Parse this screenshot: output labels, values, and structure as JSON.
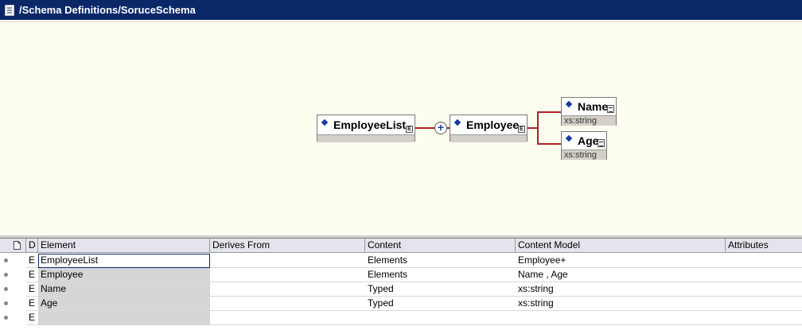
{
  "window": {
    "title": "/Schema Definitions/SoruceSchema"
  },
  "diagram": {
    "root": {
      "label": "EmployeeList"
    },
    "child": {
      "label": "Employee"
    },
    "leaves": [
      {
        "label": "Name",
        "type": "xs:string"
      },
      {
        "label": "Age",
        "type": "xs:string"
      }
    ],
    "compositor_symbol": "+"
  },
  "grid": {
    "columns": [
      "",
      "D",
      "Element",
      "Derives From",
      "Content",
      "Content Model",
      "Attributes"
    ],
    "rows": [
      {
        "kind": "E",
        "element": "EmployeeList",
        "derives_from": "",
        "content": "Elements",
        "content_model": "Employee+",
        "attributes": ""
      },
      {
        "kind": "E",
        "element": "Employee",
        "derives_from": "",
        "content": "Elements",
        "content_model": "Name , Age",
        "attributes": ""
      },
      {
        "kind": "E",
        "element": "Name",
        "derives_from": "",
        "content": "Typed",
        "content_model": "xs:string",
        "attributes": ""
      },
      {
        "kind": "E",
        "element": "Age",
        "derives_from": "",
        "content": "Typed",
        "content_model": "xs:string",
        "attributes": ""
      },
      {
        "kind": "E",
        "element": "",
        "derives_from": "",
        "content": "",
        "content_model": "",
        "attributes": ""
      }
    ]
  }
}
